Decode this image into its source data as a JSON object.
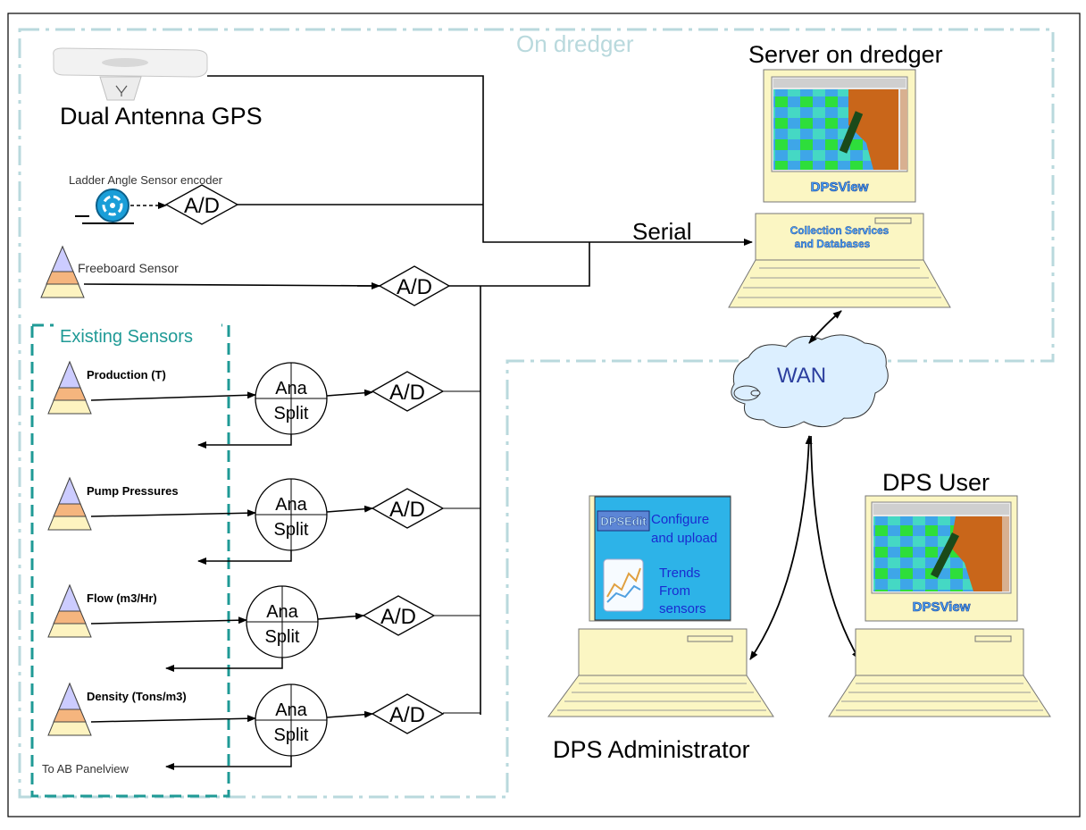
{
  "regions": {
    "on_dredger": "On dredger",
    "existing_sensors": "Existing Sensors"
  },
  "devices": {
    "gps": "Dual Antenna GPS",
    "ladder_angle": "Ladder Angle Sensor encoder",
    "freeboard": "Freeboard Sensor"
  },
  "sensors": [
    {
      "label": "Production (T)"
    },
    {
      "label": "Pump Pressures"
    },
    {
      "label": "Flow (m3/Hr)"
    },
    {
      "label": "Density (Tons/m3)"
    }
  ],
  "converter_label": "A/D",
  "splitter": {
    "line1": "Ana",
    "line2": "Split"
  },
  "output_label": "To AB Panelview",
  "serial_label": "Serial",
  "wan_label": "WAN",
  "server": {
    "title": "Server on dredger",
    "screen_text": "DPSView",
    "base_text_1": "Collection Services",
    "base_text_2": "and Databases"
  },
  "user": {
    "title": "DPS User",
    "screen_text": "DPSView"
  },
  "admin": {
    "title": "DPS Administrator",
    "screen_logo": "DPSEdit",
    "item1_line1": "Configure",
    "item1_line2": "and upload",
    "item2_line1": "Trends",
    "item2_line2": "From",
    "item2_line3": "sensors"
  },
  "colors": {
    "region_border": "#b9d9dd",
    "existing_border": "#1f9a96",
    "computer_beige": "#fbf6c3",
    "map_blue": "#3ea6e8",
    "map_green": "#2ede3b",
    "map_orange": "#c9661a",
    "admin_screen": "#2db3e8",
    "wan_cloud": "#dcefff"
  }
}
